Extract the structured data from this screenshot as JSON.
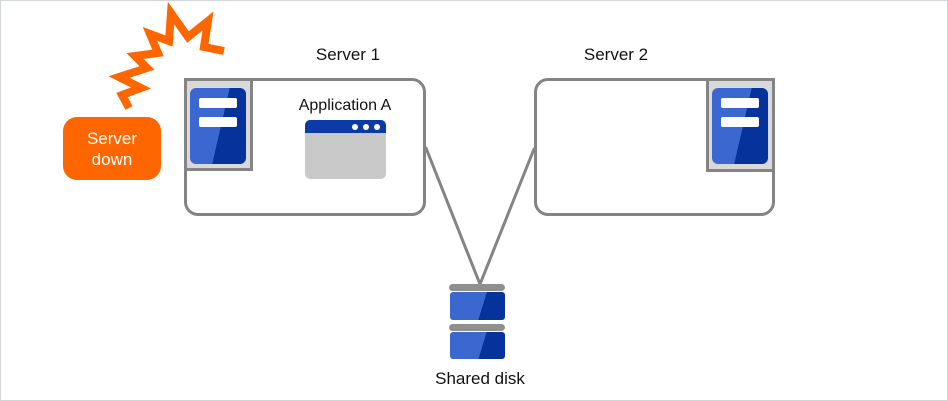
{
  "colors": {
    "accent-orange": "#FF6600",
    "blue-light": "#3A68D0",
    "blue-dark": "#05339B",
    "titlebar-blue": "#0C3AA6",
    "border-gray": "#848484",
    "frame-gray": "#D9D9D9",
    "window-gray": "#C9C9C9",
    "disk-bar-gray": "#8F8F8F"
  },
  "diagram": {
    "crash_badge": {
      "label": "Server down"
    },
    "server1": {
      "label": "Server 1",
      "application": "Application A"
    },
    "server2": {
      "label": "Server 2"
    },
    "shared_disk": {
      "label": "Shared disk"
    },
    "icons": {
      "crash_flash": "crash-flash-icon",
      "server_tower": "server-tower-icon",
      "app_window": "app-window-icon",
      "disk_stack": "disk-stack-icon"
    }
  }
}
